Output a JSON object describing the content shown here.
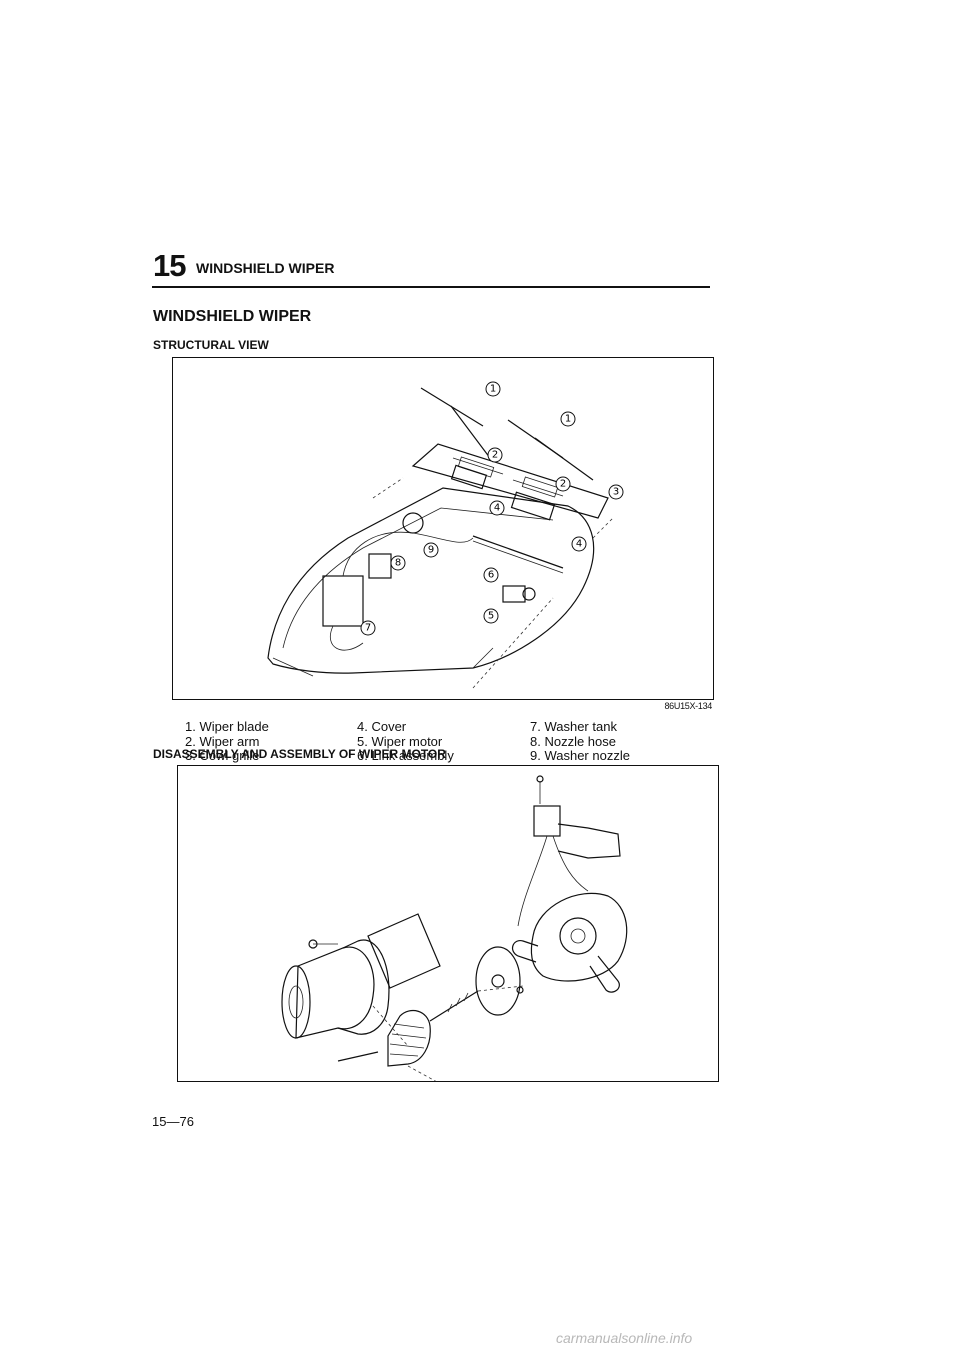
{
  "header": {
    "section_number": "15",
    "section_title": "WINDSHIELD WIPER"
  },
  "page_heading": "WINDSHIELD WIPER",
  "structural_view": {
    "heading": "STRUCTURAL VIEW",
    "figure_code": "86U15X-134",
    "callouts": [
      "1",
      "1",
      "2",
      "2",
      "3",
      "4",
      "4",
      "5",
      "6",
      "7",
      "8",
      "9"
    ],
    "legend": [
      [
        "1. Wiper blade",
        "2. Wiper arm",
        "3. Cowl grille"
      ],
      [
        "4. Cover",
        "5. Wiper motor",
        "6. Link assembly"
      ],
      [
        "7. Washer tank",
        "8. Nozzle hose",
        "9. Washer nozzle"
      ]
    ]
  },
  "motor_section": {
    "heading": "DISASSEMBLY AND ASSEMBLY OF WIPER MOTOR"
  },
  "page_number": "15—76",
  "watermark": "carmanualsonline.info"
}
